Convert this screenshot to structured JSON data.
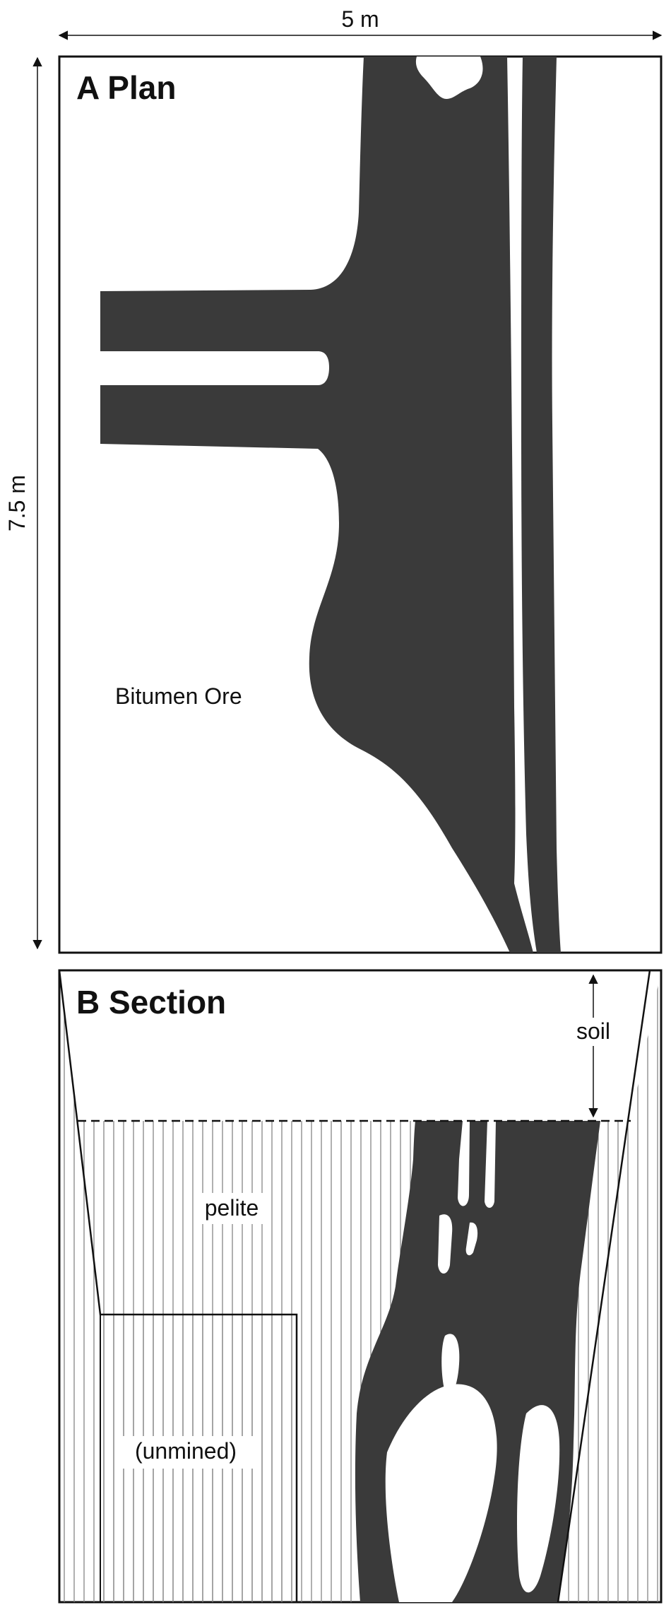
{
  "figure": {
    "width_label": "5 m",
    "height_label": "7.5 m",
    "plan": {
      "title": "A Plan",
      "ore_label": "Bitumen Ore"
    },
    "section": {
      "title": "B Section",
      "soil_label": "soil",
      "pelite_label": "pelite",
      "unmined_label": "(unmined)"
    }
  },
  "colors": {
    "ore": "#3a3a3a",
    "outline": "#111111",
    "hatch": "#7a7a7a",
    "background": "#ffffff"
  }
}
